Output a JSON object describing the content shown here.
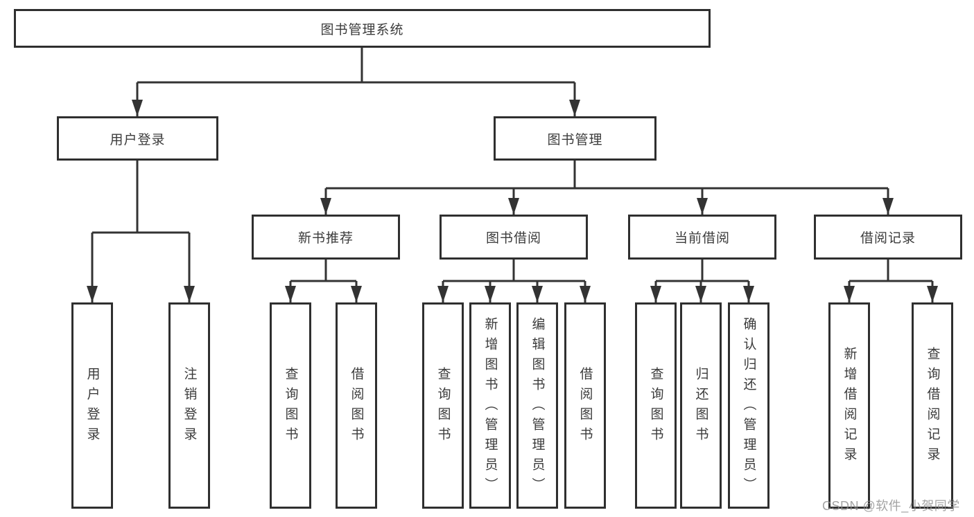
{
  "diagram_type": "hierarchy-tree",
  "tree": {
    "label": "图书管理系统",
    "children": [
      {
        "label": "用户登录",
        "children": [
          {
            "label": "用户登录"
          },
          {
            "label": "注销登录"
          }
        ]
      },
      {
        "label": "图书管理",
        "children": [
          {
            "label": "新书推荐",
            "children": [
              {
                "label": "查询图书"
              },
              {
                "label": "借阅图书"
              }
            ]
          },
          {
            "label": "图书借阅",
            "children": [
              {
                "label": "查询图书"
              },
              {
                "label": "新增图书（管理员）"
              },
              {
                "label": "编辑图书（管理员）"
              },
              {
                "label": "借阅图书"
              }
            ]
          },
          {
            "label": "当前借阅",
            "children": [
              {
                "label": "查询图书"
              },
              {
                "label": "归还图书"
              },
              {
                "label": "确认归还（管理员）"
              }
            ]
          },
          {
            "label": "借阅记录",
            "children": [
              {
                "label": "新增借阅记录"
              },
              {
                "label": "查询借阅记录"
              }
            ]
          }
        ]
      }
    ]
  },
  "watermark": {
    "text": "CSDN @软件_小贺同学"
  },
  "colors": {
    "line": "#333333",
    "box_border": "#2f2f2f",
    "box_fill": "#ffffff",
    "text": "#3b3b3b",
    "watermark": "#8c8c8c",
    "background": "#ffffff"
  }
}
